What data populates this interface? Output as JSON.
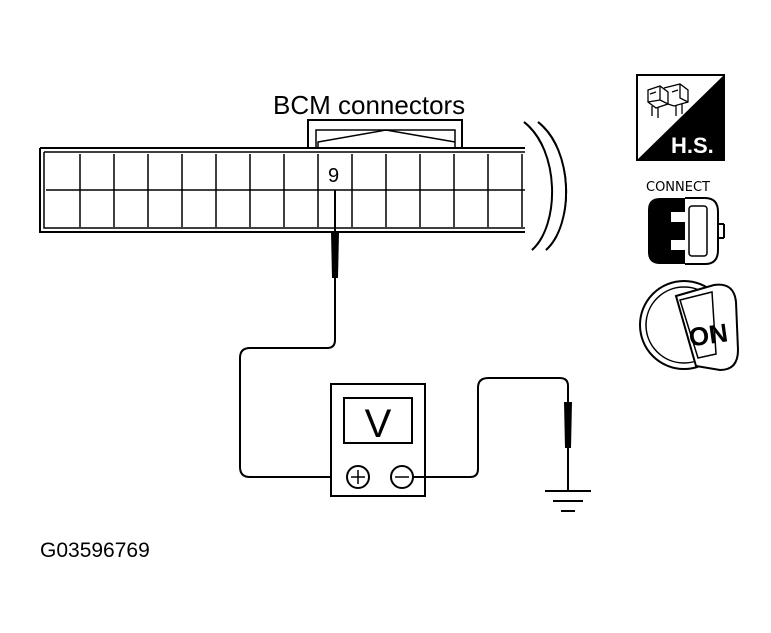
{
  "connector": {
    "title": "BCM connectors",
    "pin_label": "9"
  },
  "meter": {
    "display": "V",
    "positive_terminal": "+",
    "negative_terminal": "−"
  },
  "icons": {
    "hs_label": "H.S.",
    "connect_label": "CONNECT",
    "ignition_label": "ON"
  },
  "figure_id": "G03596769"
}
